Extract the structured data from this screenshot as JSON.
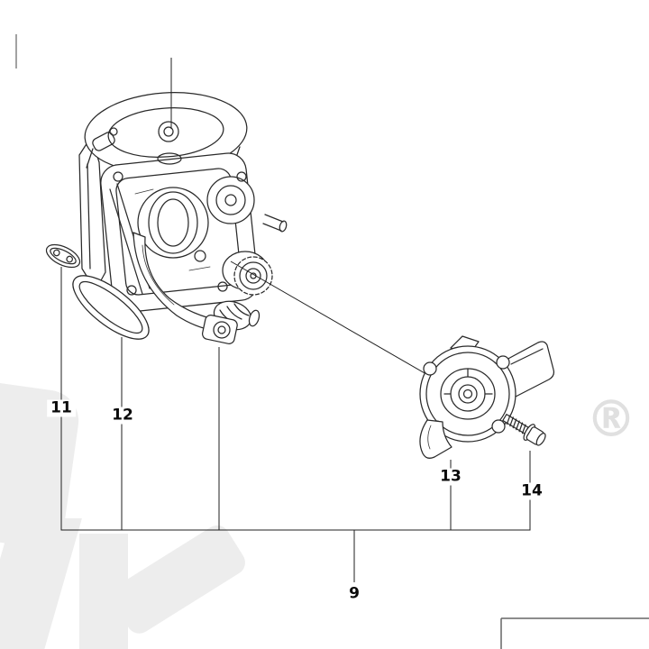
{
  "diagram": {
    "line_color": "#2a2a2a",
    "background": "#ffffff"
  },
  "watermark": {
    "registered_symbol": "®",
    "color": "#ededed"
  },
  "callouts": {
    "c9": {
      "label": "9"
    },
    "c11": {
      "label": "11"
    },
    "c12": {
      "label": "12"
    },
    "c13": {
      "label": "13"
    },
    "c14": {
      "label": "14"
    }
  }
}
